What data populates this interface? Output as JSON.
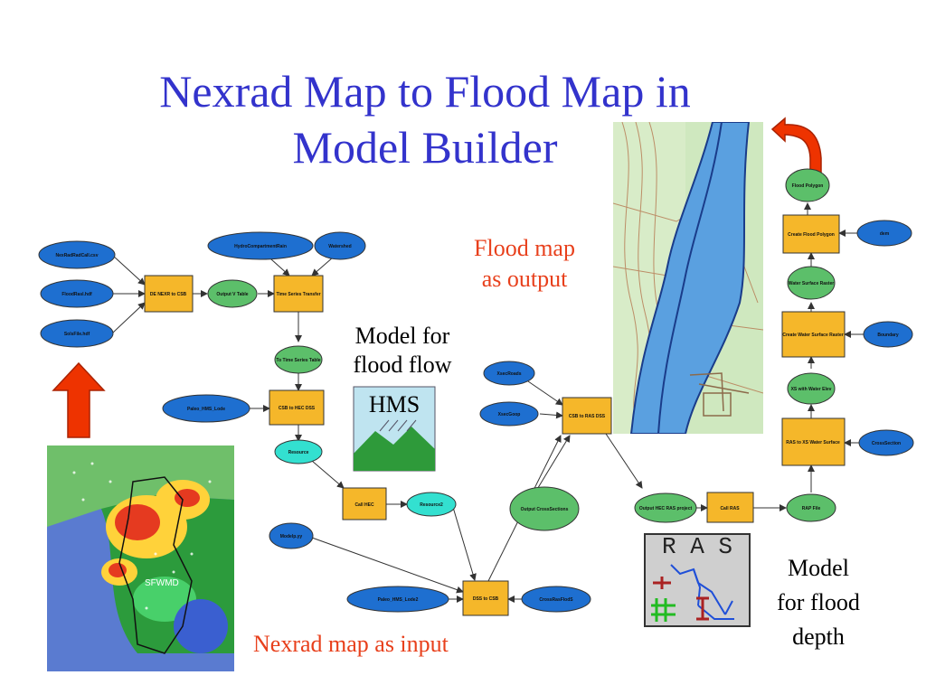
{
  "slide": {
    "title_line1": "Nexrad Map to Flood Map in",
    "title_line2": "Model Builder",
    "flood_output_label_1": "Flood map",
    "flood_output_label_2": "as output",
    "nexrad_input_label": "Nexrad map as input",
    "hms_model_label_1": "Model for",
    "hms_model_label_2": "flood flow",
    "hms_icon_text": "HMS",
    "ras_model_label_1": "Model",
    "ras_model_label_2": "for flood",
    "ras_model_label_3": "depth",
    "ras_icon_text": "R A S",
    "nexrad_map_label": "SFWMD"
  },
  "colors": {
    "title": "#3333cc",
    "accent_red": "#e8401c",
    "input_node": "#1e6fd0",
    "process_node": "#f5b72a",
    "output_node": "#5cbf6a",
    "intermediate_node": "#33e0d0"
  },
  "nodes": {
    "n_input1": "NexRadRadCall.csv",
    "n_input2": "FloodRasl.hdf",
    "n_input3": "SolsFile.hdf",
    "n_proc1": "DE NEXR to CSB",
    "n_out1": "Output V Table",
    "n_in_top1": "HydroCompartmentRain",
    "n_in_top2": "Watershed",
    "n_proc2": "Time Series Transfer",
    "n_out2": "To Time Series Table",
    "n_in_mid": "Paleo_HMS_Lode",
    "n_proc3": "CSB to HEC DSS",
    "n_cyan1": "Resource",
    "n_proc4": "Call HEC",
    "n_cyan2": "Resource2",
    "n_in_low": "Modelp.yy",
    "n_in_bottom": "Paleo_HMS_Lode2",
    "n_proc5": "DSS to CSB",
    "n_in_bottom2": "CrossRasFlodS",
    "n_out_mid": "Output CrossSections",
    "n_in_right1": "XsecRoads",
    "n_in_right2": "XsecGoop",
    "n_proc6": "CSB to RAS DSS",
    "n_out3": "Output HEC RAS project",
    "n_proc7": "Call RAS",
    "n_out4": "RAP File",
    "n_in_far1": "CrossSection",
    "n_proc8": "RAS to XS Water Surface",
    "n_out5": "XS with Water Elev",
    "n_in_far2": "Boundary",
    "n_proc9": "Create Water Surface Raster",
    "n_out6": "Water Surface Raster",
    "n_in_far3": "dem",
    "n_proc10": "Create Flood Polygon",
    "n_out7": "Flood Polygon"
  }
}
